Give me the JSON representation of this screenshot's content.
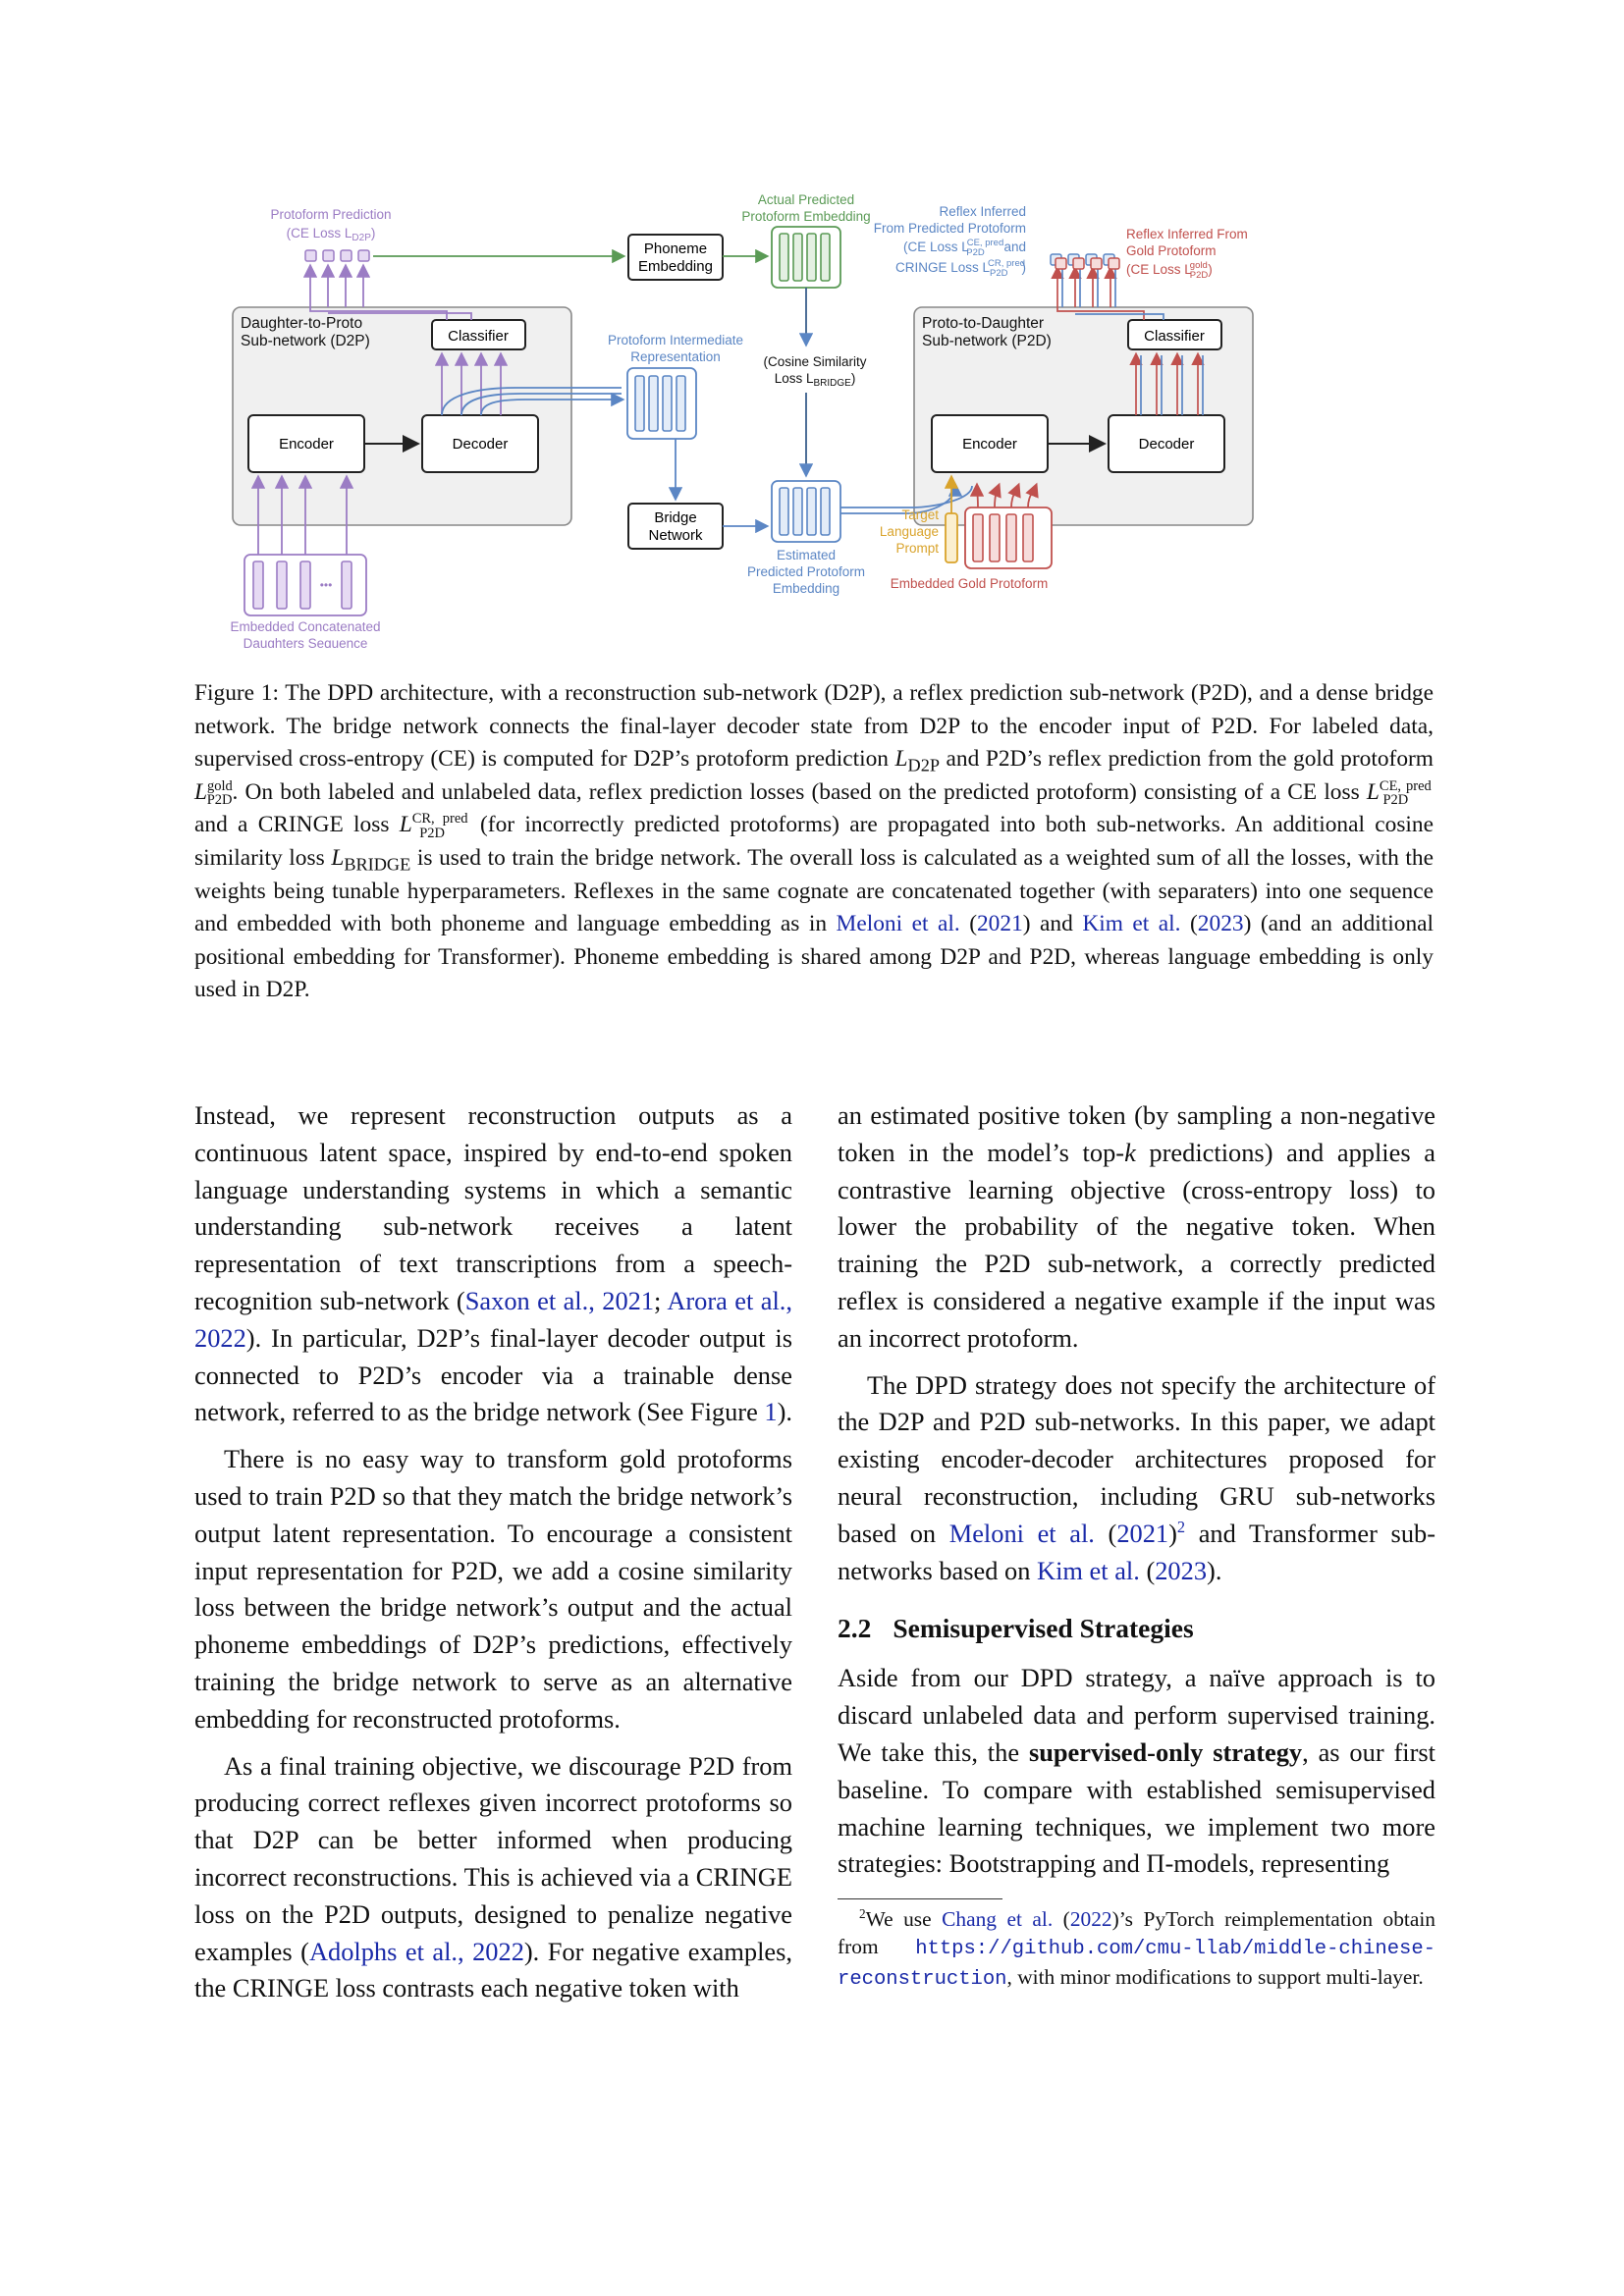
{
  "figure": {
    "boxes": {
      "d2p_title_1": "Daughter-to-Proto",
      "d2p_title_2": "Sub-network (D2P)",
      "p2d_title_1": "Proto-to-Daughter",
      "p2d_title_2": "Sub-network (P2D)",
      "encoder": "Encoder",
      "decoder": "Decoder",
      "classifier": "Classifier",
      "phoneme_1": "Phoneme",
      "phoneme_2": "Embedding",
      "bridge_1": "Bridge",
      "bridge_2": "Network"
    },
    "labels": {
      "protoform_pred_1": "Protoform Prediction",
      "protoform_pred_2": "(CE Loss L",
      "protoform_pred_2_sub": "D2P",
      "protoform_pred_2_end": ")",
      "actual_pred_1": "Actual Predicted",
      "actual_pred_2": "Protoform Embedding",
      "intermediate_1": "Protoform Intermediate",
      "intermediate_2": "Representation",
      "cosine_1": "(Cosine Similarity",
      "cosine_2": "Loss L",
      "cosine_2_sub": "BRIDGE",
      "cosine_2_end": ")",
      "estimated_1": "Estimated",
      "estimated_2": "Predicted Protoform",
      "estimated_3": "Embedding",
      "target_1": "Target",
      "target_2": "Language",
      "target_3": "Prompt",
      "embedded_daughters_1": "Embedded Concatenated",
      "embedded_daughters_2": "Daughters Sequence",
      "embedded_gold": "Embedded Gold Protoform",
      "reflex_inferred_1": "Reflex Inferred",
      "reflex_inferred_2": "From Predicted Protoform",
      "reflex_inferred_3": "(CE Loss L",
      "reflex_inferred_3_sup": "CE, pred",
      "reflex_inferred_3_sub": "P2D",
      "reflex_inferred_3_end": " and",
      "reflex_inferred_4": "CRINGE Loss L",
      "reflex_inferred_4_sup": "CR, pred",
      "reflex_inferred_4_sub": "P2D",
      "reflex_inferred_4_end": ")",
      "reflex_gold_1": "Reflex Inferred From",
      "reflex_gold_2": "Gold Protoform",
      "reflex_gold_3": "(CE Loss L",
      "reflex_gold_3_sup": "gold",
      "reflex_gold_3_sub": "P2D",
      "reflex_gold_3_end": ")",
      "ellipsis": "•••"
    },
    "colors": {
      "purple": "#9b7cc4",
      "green": "#5a9a55",
      "blue": "#5b86c4",
      "red": "#c0504d",
      "orange": "#d9a32b",
      "box_border": "#222222",
      "panel_fill": "#f0f0f0",
      "panel_border": "#888888"
    }
  },
  "caption": {
    "t1": "Figure 1: The DPD architecture, with a reconstruction sub-network (D2P), a reflex prediction sub-network (P2D), and a dense bridge network. The bridge network connects the final-layer decoder state from D2P to the encoder input of P2D. For labeled data, supervised cross-entropy (CE) is computed for D2P’s protoform prediction ",
    "L": "L",
    "sub_d2p": "D2P",
    "t2": " and P2D’s reflex prediction from the gold protoform ",
    "sup_gold": "gold",
    "sub_p2d": "P2D",
    "t3": ". On both labeled and unlabeled data, reflex prediction losses (based on the predicted protoform) consisting of a CE loss ",
    "sup_ce": "CE, pred",
    "t4": " and a CRINGE loss ",
    "sup_cr": "CR, pred",
    "t5": " (for incorrectly predicted protoforms) are propagated into both sub-networks. An additional cosine similarity loss ",
    "sub_bridge": "BRIDGE",
    "t6": " is used to train the bridge network. The overall loss is calculated as a weighted sum of all the losses, with the weights being tunable hyperparameters. Reflexes in the same cognate are concatenated together (with separaters) into one sequence and embedded with both phoneme and language embedding as in ",
    "cite_meloni": "Meloni et al.",
    "cite_meloni_year": "2021",
    "t7": " and ",
    "cite_kim": "Kim et al.",
    "cite_kim_year": "2023",
    "t8": " (and an additional positional embedding for Transformer). Phoneme embedding is shared among D2P and P2D, whereas language embedding is only used in D2P."
  },
  "left_col": {
    "p1_a": "Instead, we represent reconstruction outputs as a continuous latent space, inspired by end-to-end spoken language understanding systems in which a semantic understanding sub-network receives a latent representation of text transcriptions from a speech-recognition sub-network (",
    "p1_cite1": "Saxon et al.",
    "p1_cite1_year": "2021",
    "p1_sep": "; ",
    "p1_cite2": "Arora et al.",
    "p1_cite2_year": "2022",
    "p1_b": "). In particular, D2P’s final-layer decoder output is connected to P2D’s encoder via a trainable dense network, referred to as the bridge network (See Figure ",
    "p1_fig": "1",
    "p1_c": ").",
    "p2": "There is no easy way to transform gold protoforms used to train P2D so that they match the bridge network’s output latent representation. To encourage a consistent input representation for P2D, we add a cosine similarity loss between the bridge network’s output and the actual phoneme embeddings of D2P’s predictions, effectively training the bridge network to serve as an alternative embedding for reconstructed protoforms.",
    "p3_a": "As a final training objective, we discourage P2D from producing correct reflexes given incorrect protoforms so that D2P can be better informed when producing incorrect reconstructions. This is achieved via a CRINGE loss on the P2D outputs, designed to penalize negative examples (",
    "p3_cite": "Adolphs et al.",
    "p3_cite_year": "2022",
    "p3_b": "). For negative examples, the CRINGE loss contrasts each negative token with"
  },
  "right_col": {
    "p1_a": "an estimated positive token (by sampling a non-negative token in the model’s top-",
    "p1_k": "k",
    "p1_b": " predictions) and applies a contrastive learning objective (cross-entropy loss) to lower the probability of the negative token. When training the P2D sub-network, a correctly predicted reflex is considered a negative example if the input was an incorrect protoform.",
    "p2_a": "The DPD strategy does not specify the architecture of the D2P and P2D sub-networks. In this paper, we adapt existing encoder-decoder architectures proposed for neural reconstruction, including GRU sub-networks based on ",
    "p2_cite1": "Meloni et al.",
    "p2_cite1_year": "2021",
    "p2_fn": "2",
    "p2_b": " and Transformer sub-networks based on ",
    "p2_cite2": "Kim et al.",
    "p2_cite2_year": "2023",
    "p2_c": ".",
    "h_num": "2.2",
    "h_title": "Semisupervised Strategies",
    "p3_a": "Aside from our DPD strategy, a naïve approach is to discard unlabeled data and perform supervised training. We take this, the ",
    "p3_bold": "supervised-only strategy",
    "p3_b": ", as our first baseline. To compare with established semisupervised machine learning techniques, we implement two more strategies: Bootstrapping and Π-models, representing",
    "fn_num": "2",
    "fn_a": "We use ",
    "fn_cite": "Chang et al.",
    "fn_cite_year": "2022",
    "fn_b": "’s PyTorch reimplementation obtain from ",
    "fn_url": "https://github.com/cmu-llab/middle-chinese-reconstruction",
    "fn_c": ", with minor modifications to support multi-layer."
  }
}
